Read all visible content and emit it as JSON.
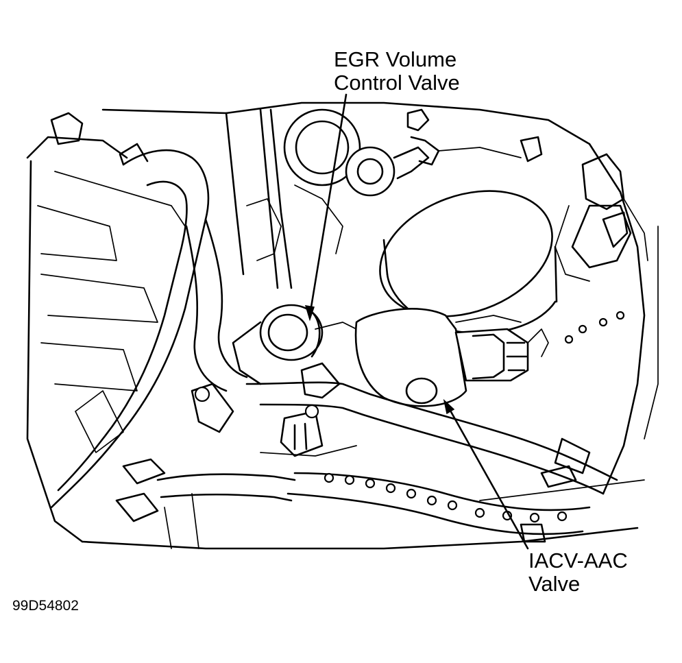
{
  "callouts": {
    "egr_line1": "EGR Volume",
    "egr_line2": "Control Valve",
    "iacv_line1": "IACV-AAC",
    "iacv_line2": "Valve"
  },
  "figure_id": "99D54802",
  "colors": {
    "line": "#000000",
    "background": "#ffffff"
  }
}
